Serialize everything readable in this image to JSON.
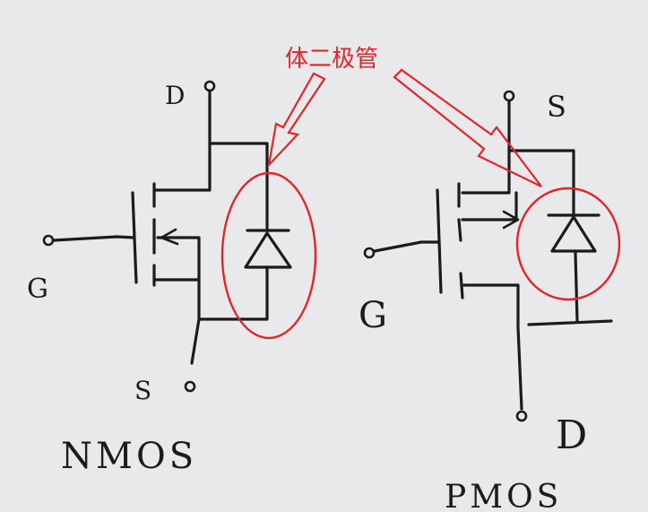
{
  "annotation": {
    "text": "体二极管",
    "color": "#e0262b"
  },
  "nmos": {
    "label": "NMOS",
    "terminals": {
      "drain": "D",
      "gate": "G",
      "source": "S"
    }
  },
  "pmos": {
    "label": "PMOS",
    "terminals": {
      "source": "S",
      "gate": "G",
      "drain": "D"
    }
  },
  "colors": {
    "ink": "#1b1b1b",
    "paper": "#e9e9ec",
    "highlight": "#e0262b"
  }
}
